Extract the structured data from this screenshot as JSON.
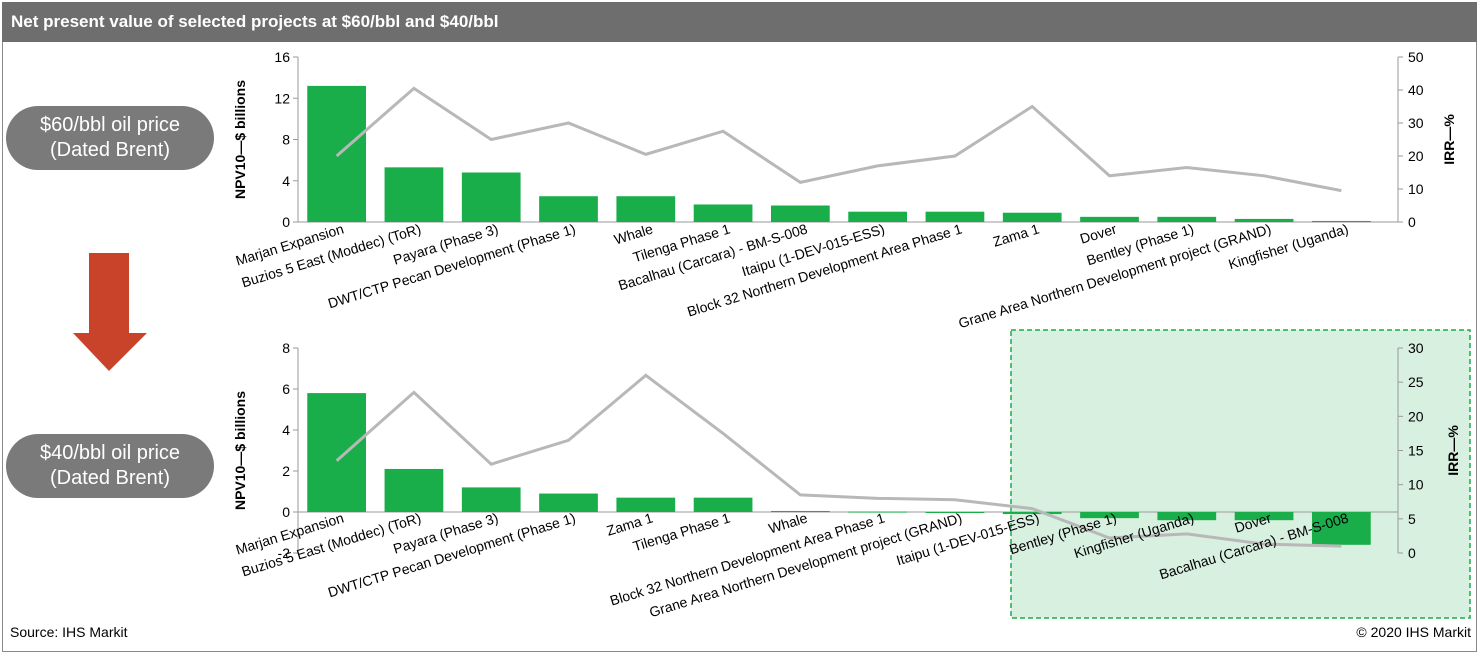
{
  "title": "Net present value of selected projects at $60/bbl and $40/bbl",
  "pills": {
    "top": {
      "line1": "$60/bbl oil price",
      "line2": "(Dated Brent)"
    },
    "bottom": {
      "line1": "$40/bbl oil price",
      "line2": "(Dated Brent)"
    }
  },
  "source": "Source: IHS Markit",
  "copyright": "© 2020 IHS Markit",
  "colors": {
    "bar": "#1aae4a",
    "line": "#b8b8b8",
    "highlight_fill": "#d8f0e0",
    "highlight_border": "#1aae4a",
    "arrow": "#c8432a"
  },
  "chart_data": [
    {
      "type": "bar",
      "title": "",
      "ylabel": "NPV10—$ billions",
      "y2label": "IRR—%",
      "ylim": [
        0,
        16
      ],
      "y2lim": [
        0,
        50
      ],
      "yticks": [
        "0",
        "4",
        "8",
        "12",
        "16"
      ],
      "y2ticks": [
        "0",
        "10",
        "20",
        "30",
        "40",
        "50"
      ],
      "categories": [
        "Marjan Expansion",
        "Buzios 5 East (Moddec) (ToR)",
        "Payara (Phase 3)",
        "DWT/CTP Pecan Development (Phase 1)",
        "Whale",
        "Tilenga Phase 1",
        "Bacalhau (Carcara) - BM-S-008",
        "Itaipu (1-DEV-015-ESS)",
        "Block 32 Northern Development Area Phase 1",
        "Zama 1",
        "Dover",
        "Bentley (Phase 1)",
        "Grane Area Northern Development project (GRAND)",
        "Kingfisher (Uganda)"
      ],
      "series": [
        {
          "values": [
            13.2,
            5.3,
            4.8,
            2.5,
            2.5,
            1.7,
            1.6,
            1.0,
            1.0,
            0.9,
            0.5,
            0.5,
            0.3,
            0.1
          ]
        },
        {
          "values": [
            20,
            40.5,
            25,
            30,
            20.5,
            27.5,
            12,
            17,
            20,
            35,
            14,
            16.5,
            14,
            9.5
          ]
        }
      ]
    },
    {
      "type": "bar",
      "title": "",
      "ylabel": "NPV10—$ billions",
      "y2label": "IRR—%",
      "ylim": [
        -2,
        8
      ],
      "y2lim": [
        0,
        30
      ],
      "yticks": [
        "-2",
        "0",
        "2",
        "4",
        "6",
        "8"
      ],
      "y2ticks": [
        "0",
        "5",
        "10",
        "15",
        "20",
        "25",
        "30"
      ],
      "categories": [
        "Marjan Expansion",
        "Buzios 5 East (Moddec) (ToR)",
        "Payara (Phase 3)",
        "DWT/CTP Pecan Development (Phase 1)",
        "Zama 1",
        "Tilenga Phase 1",
        "Whale",
        "Block 32 Northern Development Area Phase 1",
        "Grane Area Northern Development project (GRAND)",
        "Itaipu (1-DEV-015-ESS)",
        "Bentley (Phase 1)",
        "Kingfisher (Uganda)",
        "Dover",
        "Bacalhau (Carcara) - BM-S-008"
      ],
      "series": [
        {
          "values": [
            5.8,
            2.1,
            1.2,
            0.9,
            0.7,
            0.7,
            0.05,
            0.02,
            -0.02,
            -0.1,
            -0.3,
            -0.4,
            -0.4,
            -1.6
          ]
        },
        {
          "values": [
            13.5,
            23.5,
            13,
            16.5,
            26,
            17.5,
            8.5,
            8,
            7.8,
            6.5,
            2.2,
            2.8,
            1.3,
            1
          ]
        }
      ]
    }
  ]
}
